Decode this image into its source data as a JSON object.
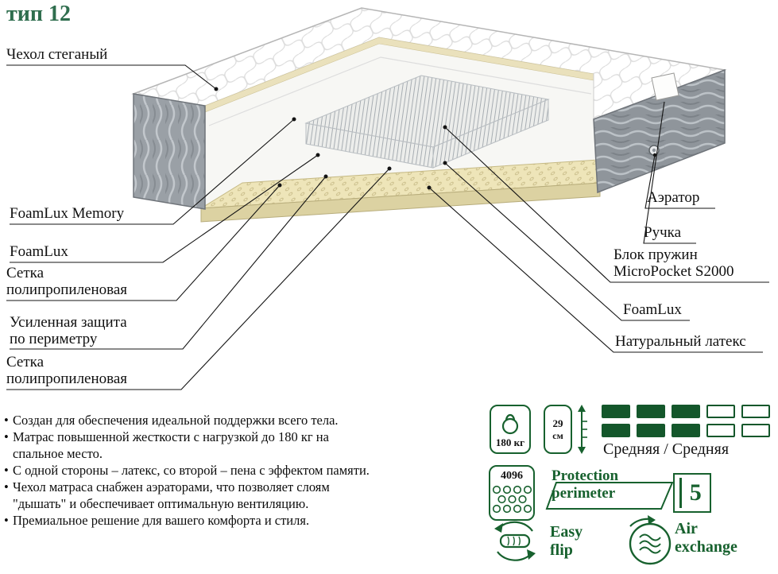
{
  "title": "тип 12",
  "diagram": {
    "left_labels": [
      {
        "text": "Чехол стеганый"
      },
      {
        "text": "FoamLux Memory"
      },
      {
        "text": "FoamLux"
      },
      {
        "text": "Сетка\nполипропиленовая"
      },
      {
        "text": "Усиленная защита\nпо периметру"
      },
      {
        "text": "Сетка\nполипропиленовая"
      }
    ],
    "right_labels": [
      {
        "text": "Аэратор"
      },
      {
        "text": "Ручка"
      },
      {
        "text": "Блок пружин\nMicroPocket S2000"
      },
      {
        "text": "FoamLux"
      },
      {
        "text": "Натуральный латекс"
      }
    ]
  },
  "features": [
    "Создан для обеспечения идеальной поддержки всего тела.",
    "Матрас повышенной жесткости с нагрузкой до 180 кг на\nспальное место.",
    "С одной стороны – латекс, со второй – пена с эффектом памяти.",
    "Чехол матраса снабжен аэраторами, что позволяет слоям\n\"дышать\" и обеспечивает оптимальную вентиляцию.",
    "Премиальное решение для вашего комфорта и стиля."
  ],
  "specs": {
    "max_load": "180 кг",
    "height_value": "29",
    "height_unit": "см",
    "firmness_label": "Средняя / Средняя",
    "firmness_scale": [
      {
        "filled": 3,
        "total": 5
      },
      {
        "filled": 3,
        "total": 5
      }
    ],
    "springs_count": "4096",
    "protection_label": "Protection\nperimeter",
    "zones": "5",
    "easy_flip_label": "Easy\nflip",
    "air_exchange_label": "Air\nexchange"
  },
  "colors": {
    "accent_green": "#17612e",
    "bar_fill": "#14572b",
    "title_green": "#2f6e4e",
    "latex_cream": "#eee5b9",
    "side_gray": "#9aa0a6"
  }
}
